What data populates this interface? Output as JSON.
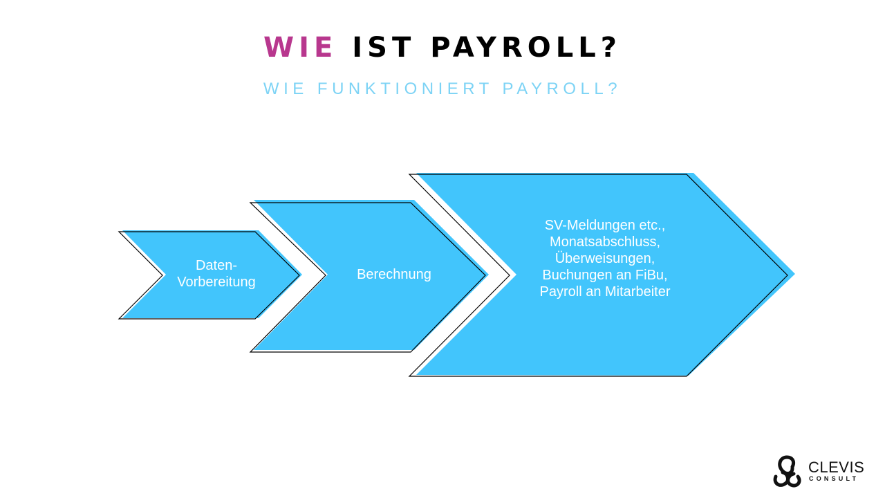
{
  "slide": {
    "title_accent": "WIE",
    "title_rest": " IST PAYROLL?",
    "subtitle": "WIE FUNKTIONIERT PAYROLL?",
    "colors": {
      "accent_pink": "#B8378E",
      "subtitle_blue": "#7DD3F5",
      "chevron_fill": "#42C5FC",
      "chevron_outline": "#000000"
    }
  },
  "steps": [
    {
      "label_lines": [
        "Daten-",
        "Vorbereitung"
      ]
    },
    {
      "label_lines": [
        "Berechnung"
      ]
    },
    {
      "label_lines": [
        "SV-Meldungen etc.,",
        "Monatsabschluss,",
        "Überweisungen,",
        "Buchungen an FiBu,",
        "Payroll an Mitarbeiter"
      ]
    }
  ],
  "logo": {
    "name": "CLEVIS",
    "sub": "CONSULT",
    "icon": "knot-icon"
  }
}
